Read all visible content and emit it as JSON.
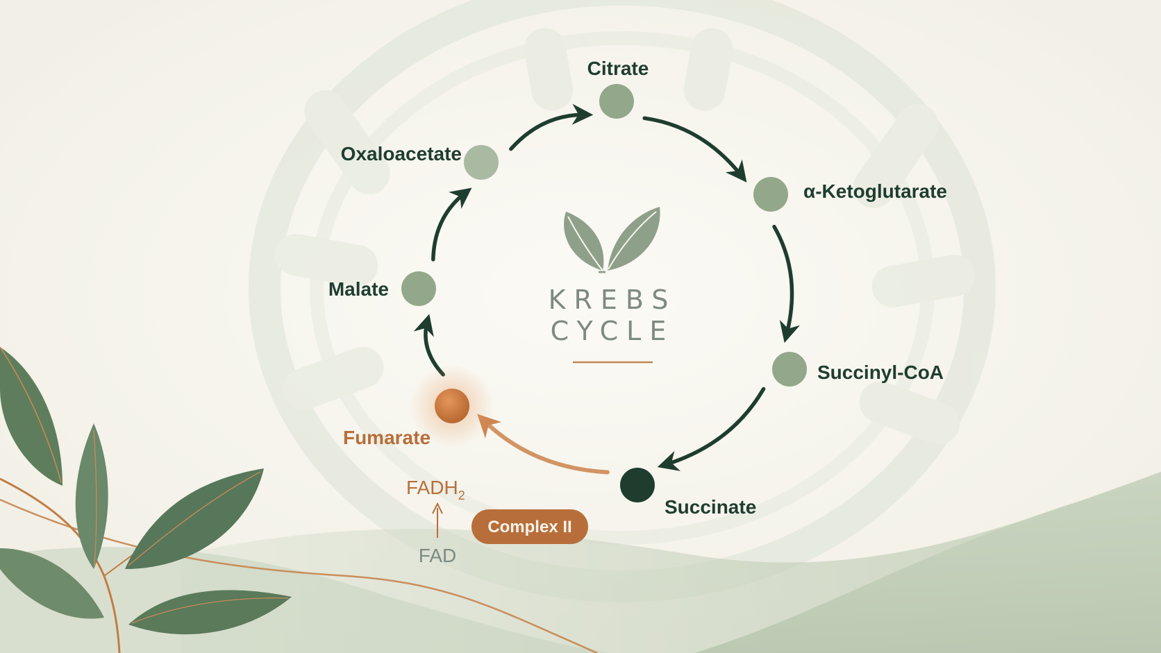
{
  "title": {
    "line1": "KREBS",
    "line2": "CYCLE"
  },
  "colors": {
    "background": "#f7f5ee",
    "dark_green": "#1e3d2f",
    "node_green": "#93a88a",
    "copper": "#b86e3a",
    "muted_gray": "#7d8a82"
  },
  "icons": {
    "logo": "leaves-icon",
    "backdrop": "mitochondrion-icon",
    "decoration": "plant-branch-icon"
  },
  "nodes": [
    {
      "id": "citrate",
      "label": "Citrate",
      "state": "normal"
    },
    {
      "id": "alpha-ketoglutarate",
      "label": "α-Ketoglutarate",
      "state": "normal"
    },
    {
      "id": "succinyl-coa",
      "label": "Succinyl-CoA",
      "state": "normal"
    },
    {
      "id": "succinate",
      "label": "Succinate",
      "state": "dark"
    },
    {
      "id": "fumarate",
      "label": "Fumarate",
      "state": "highlight"
    },
    {
      "id": "malate",
      "label": "Malate",
      "state": "normal"
    },
    {
      "id": "oxaloacetate",
      "label": "Oxaloacetate",
      "state": "normal"
    }
  ],
  "edges": [
    {
      "from": "oxaloacetate",
      "to": "citrate",
      "style": "dark"
    },
    {
      "from": "citrate",
      "to": "alpha-ketoglutarate",
      "style": "dark"
    },
    {
      "from": "alpha-ketoglutarate",
      "to": "succinyl-coa",
      "style": "dark"
    },
    {
      "from": "succinyl-coa",
      "to": "succinate",
      "style": "dark"
    },
    {
      "from": "succinate",
      "to": "fumarate",
      "style": "highlight"
    },
    {
      "from": "fumarate",
      "to": "malate",
      "style": "dark"
    },
    {
      "from": "malate",
      "to": "oxaloacetate",
      "style": "dark"
    }
  ],
  "enzyme": {
    "label": "Complex II"
  },
  "cofactor": {
    "product": "FADH",
    "product_subscript": "2",
    "substrate": "FAD"
  }
}
